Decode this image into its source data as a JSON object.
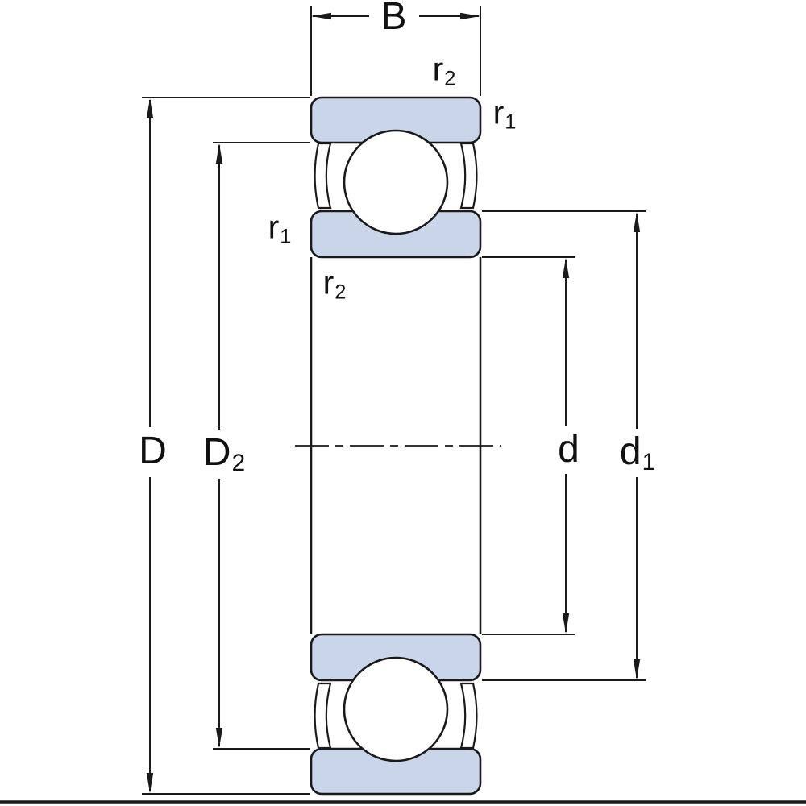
{
  "colors": {
    "bearing_fill": "#c9d6ea",
    "line_color": "#1a1a1a",
    "background": "#ffffff"
  },
  "labels": {
    "B": {
      "base": "B",
      "sub": ""
    },
    "r2_top": {
      "base": "r",
      "sub": "2"
    },
    "r1_top_right": {
      "base": "r",
      "sub": "1"
    },
    "r1_mid_left": {
      "base": "r",
      "sub": "1"
    },
    "r2_mid_left": {
      "base": "r",
      "sub": "2"
    },
    "D": {
      "base": "D",
      "sub": ""
    },
    "D2": {
      "base": "D",
      "sub": "2"
    },
    "d": {
      "base": "d",
      "sub": ""
    },
    "d1": {
      "base": "d",
      "sub": "1"
    }
  }
}
